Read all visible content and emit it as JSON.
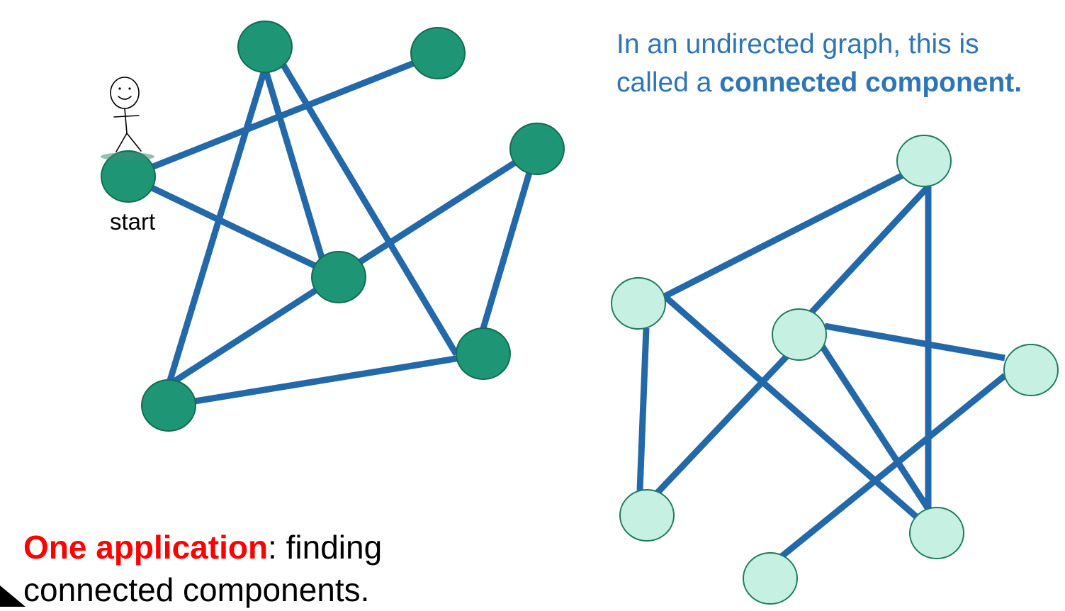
{
  "caption": {
    "line1": "In an undirected graph, this is",
    "line2_prefix": "called a ",
    "line2_bold": "connected component."
  },
  "start_label": "start",
  "application": {
    "highlight": "One application",
    "rest_line1": ": finding",
    "line2": "connected components."
  },
  "colors": {
    "edge": "#2368A8",
    "left_node_fill": "#1E9575",
    "left_node_stroke": "#126B52",
    "right_node_fill": "#C6F1E2",
    "right_node_stroke": "#1F7A5C",
    "caption_text": "#2E75B6",
    "highlight_text": "#FF0000"
  },
  "icons": {
    "stick_figure": "stick-figure-icon"
  }
}
